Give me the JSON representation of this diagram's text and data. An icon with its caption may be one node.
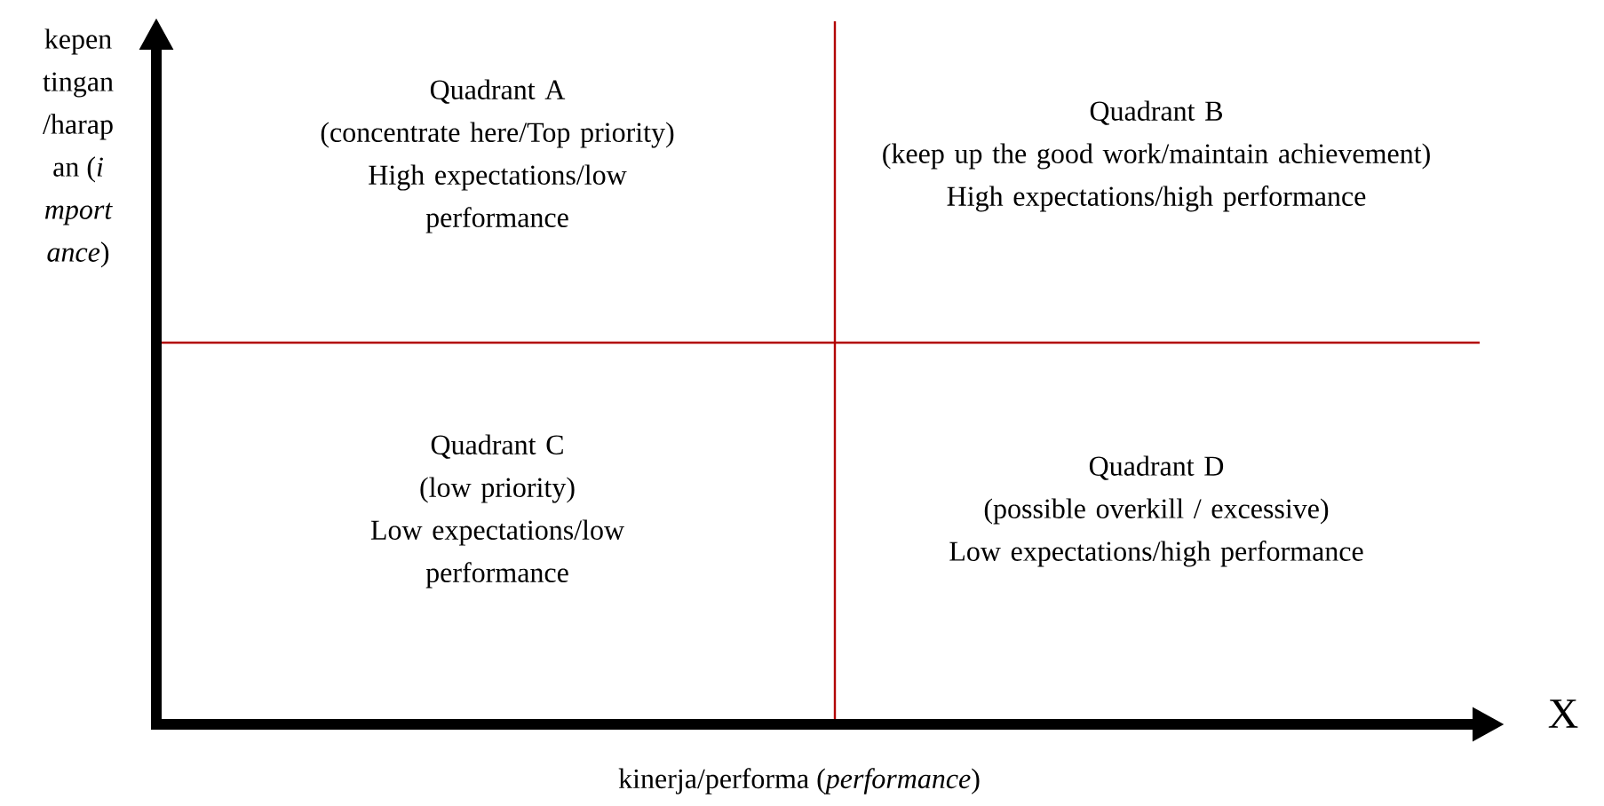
{
  "diagram": {
    "nodes": [
      {
        "text": [
          "Quadrant A",
          "(concentrate here/Top priority)",
          "High expectations/low performance"
        ]
      },
      {
        "text": [
          "Quadrant B",
          "(keep up the good work/maintain achievement)",
          "High expectations/high performance"
        ]
      },
      {
        "text": [
          "Quadrant C",
          "(low priority)",
          "Low expectations/low performance"
        ]
      },
      {
        "text": [
          "Quadrant D",
          "(possible overkill / excessive)",
          "Low expectations/high performance"
        ]
      }
    ],
    "edges": [],
    "labels": [
      "kepentingan/harapan (*importance*)",
      "X",
      "kinerja/performa (*performance*)"
    ]
  }
}
